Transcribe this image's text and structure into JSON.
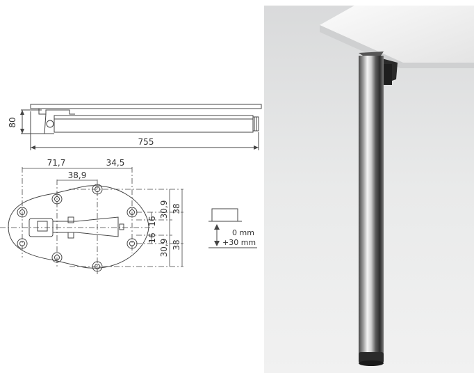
{
  "drawing": {
    "side_view": {
      "height_label": "80",
      "length_label": "755"
    },
    "plate": {
      "top_dims": [
        "71,7",
        "38,9",
        "34,5"
      ],
      "right_dims": [
        "30,9",
        "16",
        "16",
        "30,9"
      ],
      "outer_dims": [
        "38",
        "38"
      ]
    },
    "adjustment": {
      "min_label": "0 mm",
      "max_label": "+30 mm"
    }
  },
  "colors": {
    "line": "#444444",
    "text": "#333333",
    "chrome_dark": "#2a2a2a"
  }
}
